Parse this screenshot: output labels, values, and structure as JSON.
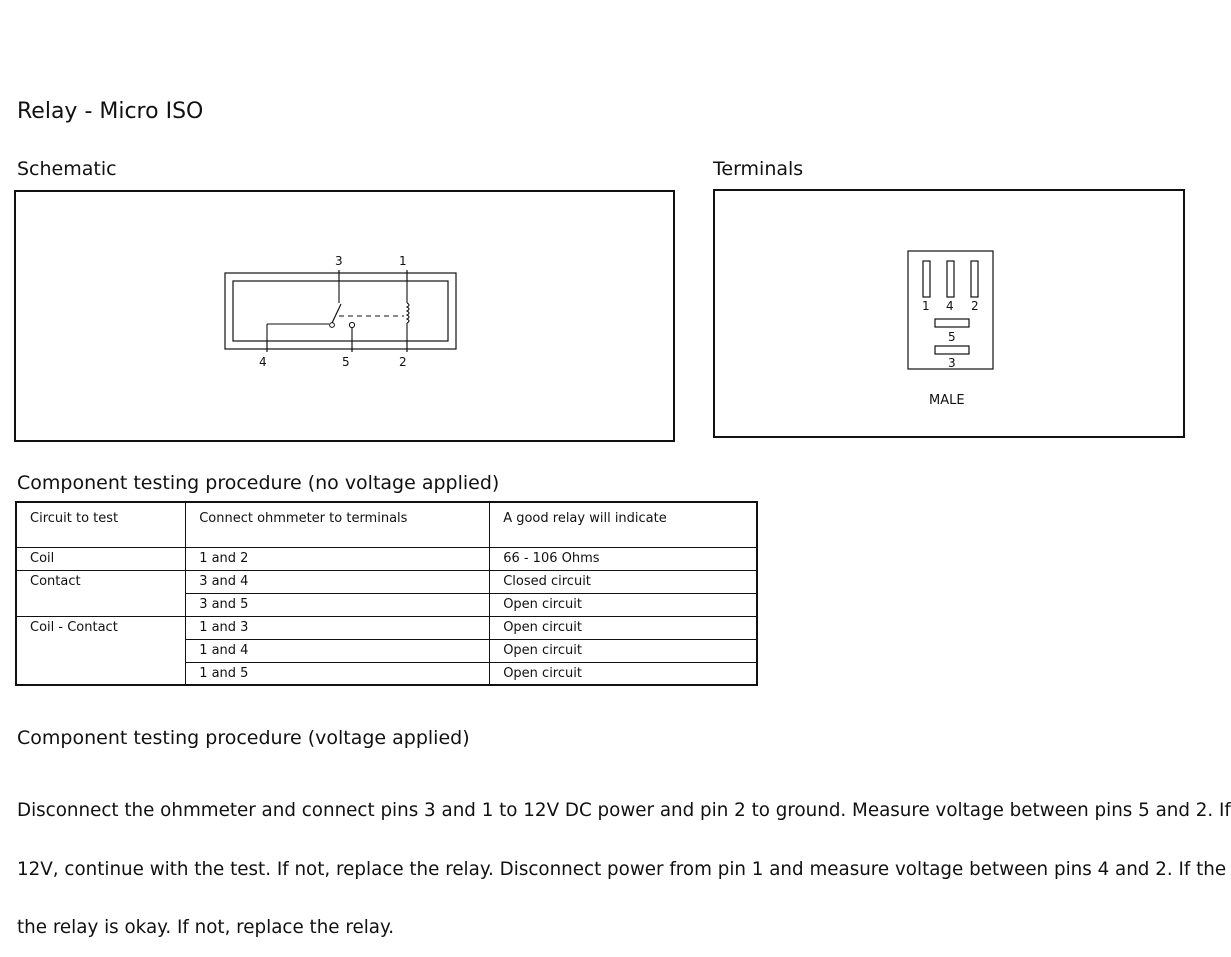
{
  "page": {
    "title": "Relay - Micro ISO"
  },
  "schematic": {
    "heading": "Schematic",
    "pin_labels": {
      "top_left": "3",
      "top_right": "1",
      "bottom_left": "4",
      "bottom_mid": "5",
      "bottom_right": "2"
    }
  },
  "terminals": {
    "heading": "Terminals",
    "pin_labels": {
      "left": "1",
      "mid": "4",
      "right": "2",
      "upper_center": "5",
      "lower_center": "3"
    },
    "caption": "MALE"
  },
  "testing_no_voltage": {
    "heading": "Component testing procedure (no voltage applied)",
    "columns": [
      "Circuit to test",
      "Connect ohmmeter to terminals",
      "A good relay will indicate"
    ],
    "rows": [
      {
        "circuit": "Coil",
        "terminals": "1 and 2",
        "result": "66 - 106 Ohms"
      },
      {
        "circuit": "Contact",
        "terminals": "3 and 4",
        "result": "Closed circuit"
      },
      {
        "circuit": "",
        "terminals": "3 and 5",
        "result": "Open circuit"
      },
      {
        "circuit": "Coil - Contact",
        "terminals": "1 and 3",
        "result": "Open circuit"
      },
      {
        "circuit": "",
        "terminals": "1 and 4",
        "result": "Open circuit"
      },
      {
        "circuit": "",
        "terminals": "1 and 5",
        "result": "Open circuit"
      }
    ]
  },
  "testing_voltage": {
    "heading": "Component testing procedure (voltage applied)",
    "lines": [
      "Disconnect the ohmmeter and connect pins 3 and 1 to 12V DC power and pin 2 to ground. Measure voltage between pins 5 and 2. If",
      "12V, continue with the test. If not, replace the relay. Disconnect power from pin 1 and measure voltage between pins 4 and 2. If the",
      "the relay is okay. If not, replace the relay."
    ]
  }
}
